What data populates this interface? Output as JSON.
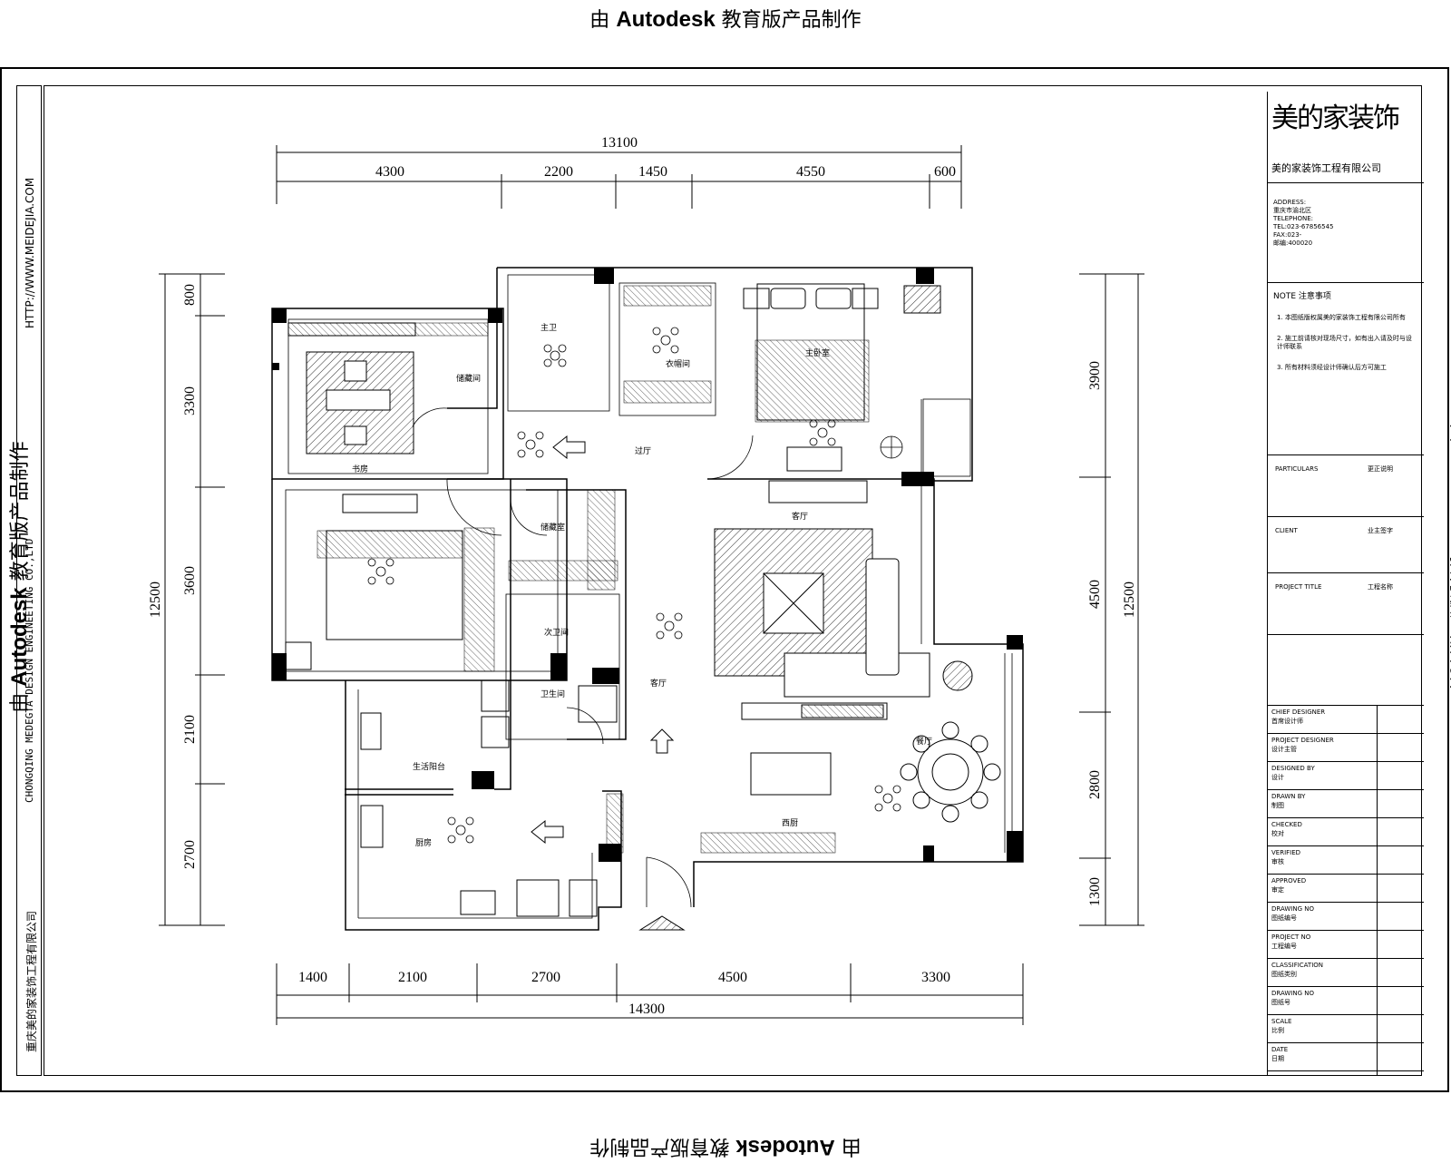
{
  "watermark": {
    "prefix": "由",
    "brand": "Autodesk",
    "suffix": "教育版产品制作"
  },
  "left_strip": {
    "url": "HTTP://WWW.MEIDEJIA.COM",
    "english": "CHONGQING MEDEGTA DESIGN ENGINEETING CO.,LTD",
    "chinese": "重庆美的家装饰工程有限公司"
  },
  "title_block": {
    "logo": "美的家装饰",
    "company": "美的家装饰工程有限公司",
    "address_lines": [
      "ADDRESS:",
      "重庆市渝北区",
      "TELEPHONE:",
      "TEL:023-67856545",
      "FAX:023-",
      "邮编:400020"
    ],
    "note_heading": "NOTE 注意事项",
    "notes": [
      "1. 本图纸版权属美的家装饰工程有限公司所有",
      "2. 施工前请核对现场尺寸，如有出入请及时与设计师联系",
      "3. 所有材料须经设计师确认后方可施工"
    ],
    "rows": [
      {
        "label": "PARTICULARS",
        "value": "更正说明"
      },
      {
        "label": "CLIENT",
        "value": "业主签字"
      },
      {
        "label": "PROJECT TITLE",
        "value": "工程名称"
      }
    ],
    "sign_rows": [
      {
        "en": "CHIEF DESIGNER",
        "zh": "首席设计师"
      },
      {
        "en": "PROJECT DESIGNER",
        "zh": "设计主管"
      },
      {
        "en": "DESIGNED BY",
        "zh": "设计"
      },
      {
        "en": "DRAWN BY",
        "zh": "制图"
      },
      {
        "en": "CHECKED",
        "zh": "校对"
      },
      {
        "en": "VERIFIED",
        "zh": "审核"
      },
      {
        "en": "APPROVED",
        "zh": "审定"
      },
      {
        "en": "DRAWING NO",
        "zh": "图纸编号"
      },
      {
        "en": "PROJECT NO",
        "zh": "工程编号"
      },
      {
        "en": "CLASSIFICATION",
        "zh": "图纸类别"
      },
      {
        "en": "DRAWING NO",
        "zh": "图纸号"
      },
      {
        "en": "SCALE",
        "zh": "比例"
      },
      {
        "en": "DATE",
        "zh": "日期"
      }
    ]
  },
  "dimensions": {
    "top_total": "13100",
    "top_segments": [
      "4300",
      "2200",
      "1450",
      "4550",
      "600"
    ],
    "bottom_total": "14300",
    "bottom_segments": [
      "1400",
      "2100",
      "2700",
      "4500",
      "3300"
    ],
    "left_total": "12500",
    "left_segments": [
      "800",
      "3300",
      "3600",
      "2100",
      "2700"
    ],
    "right_total": "12500",
    "right_segments": [
      "3900",
      "4500",
      "2800",
      "1300"
    ]
  },
  "rooms": {
    "study": "书房",
    "storage": "储藏间",
    "master_bath": "主卫",
    "cloakroom": "衣帽间",
    "master_bedroom": "主卧室",
    "corridor": "过厅",
    "wardrobe": "储藏室",
    "guest_bath": "次卫间",
    "washroom": "卫生间",
    "living_room": "客厅",
    "tv": "客厅",
    "dining": "餐厅",
    "balcony": "生活阳台",
    "kitchen": "厨房",
    "dining2": "西厨"
  }
}
